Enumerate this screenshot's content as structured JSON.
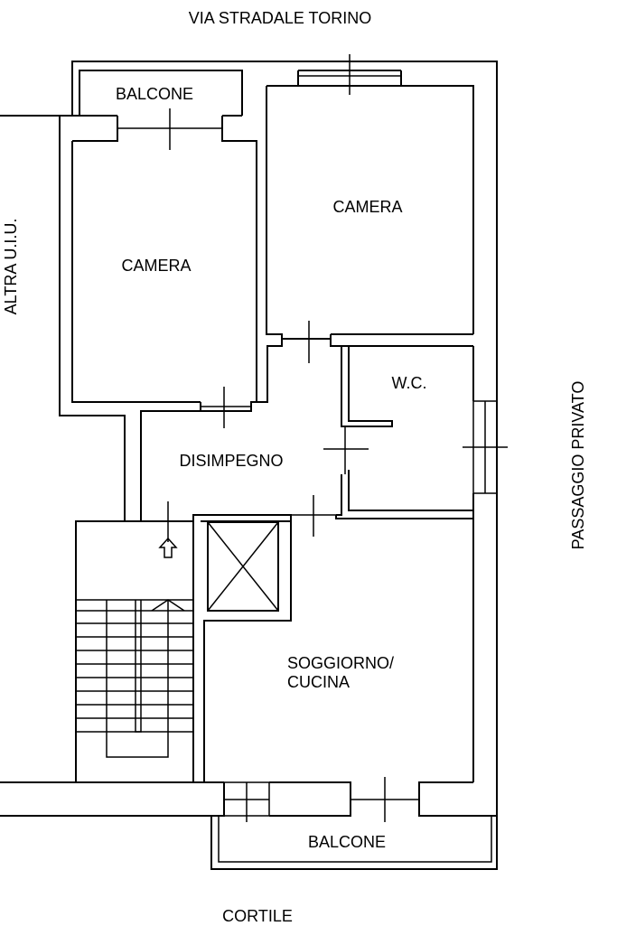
{
  "plan": {
    "street_top": "VIA STRADALE TORINO",
    "side_left": "ALTRA U.I.U.",
    "side_right": "PASSAGGIO PRIVATO",
    "bottom": "CORTILE"
  },
  "rooms": {
    "balcone_top": "BALCONE",
    "camera_left": "CAMERA",
    "camera_right": "CAMERA",
    "wc": "W.C.",
    "disimpegno": "DISIMPEGNO",
    "soggiorno_line1": "SOGGIORNO/",
    "soggiorno_line2": "CUCINA",
    "balcone_bottom": "BALCONE"
  }
}
